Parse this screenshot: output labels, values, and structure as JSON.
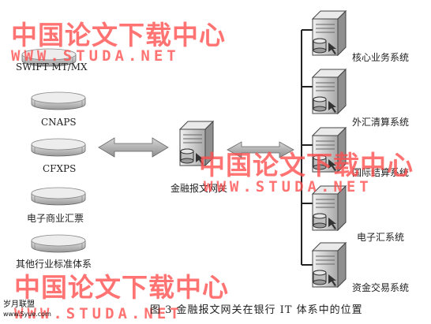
{
  "left_systems": [
    {
      "label": "SWIFT MT/MX"
    },
    {
      "label": "CNAPS"
    },
    {
      "label": "CFXPS"
    },
    {
      "label": "电子商业汇票"
    },
    {
      "label": "其他行业标准体系"
    }
  ],
  "gateway": {
    "label": "金融报文网关"
  },
  "right_systems": [
    {
      "label": "核心业务系统"
    },
    {
      "label": "外汇清算系统"
    },
    {
      "label": "国际结算系统"
    },
    {
      "label": "电子汇系统"
    },
    {
      "label": "资金交易系统"
    }
  ],
  "caption": "图 3   金融报文网关在银行 IT 体系中的位置",
  "watermark": {
    "cn": "中国论文下载中心",
    "url": "WWW.STUDA.NET"
  },
  "logo": {
    "name": "岁月联盟",
    "url": "www.Syue.com"
  }
}
